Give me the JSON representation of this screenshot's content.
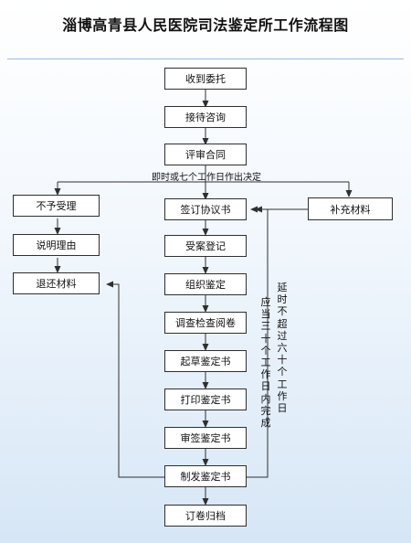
{
  "title": "淄博高青县人民医院司法鉴定所工作流程图",
  "main_steps": [
    "收到委托",
    "接待咨询",
    "评审合同",
    "签订协议书",
    "受案登记",
    "组织鉴定",
    "调查检查阅卷",
    "起草鉴定书",
    "打印鉴定书",
    "审签鉴定书",
    "制发鉴定书",
    "订卷归档"
  ],
  "branch_note": "即时或七个工作日作出决定",
  "left_branch": [
    "不予受理",
    "说明理由",
    "退还材料"
  ],
  "right_branch": "补充材料",
  "duration_notes": {
    "normal": "应当三十个工作日内完成",
    "extended": "延时不超过六十个工作日"
  },
  "colors": {
    "line": "#2f2f2f",
    "box_border": "#2f2f2f",
    "title_rule": "#9db9d8"
  }
}
